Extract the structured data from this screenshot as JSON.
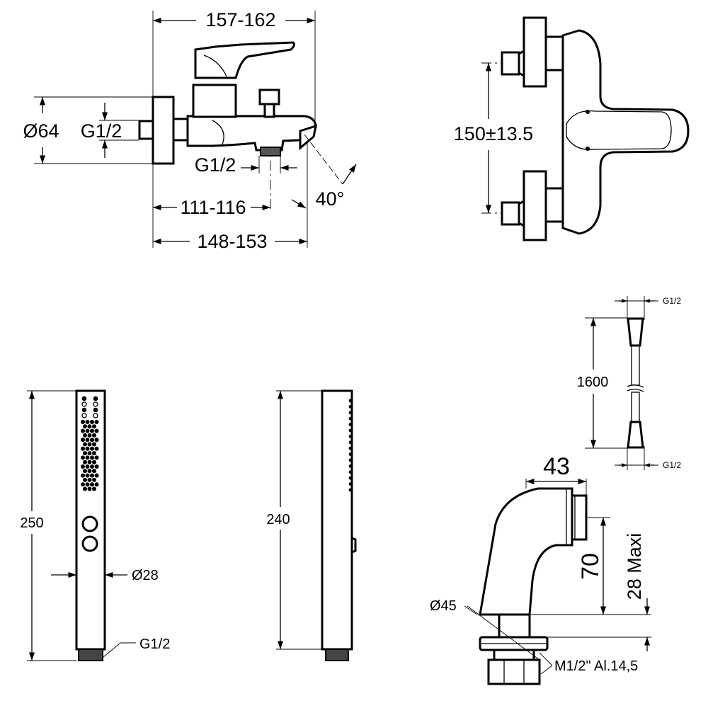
{
  "mixer_front": {
    "overall_width": "157-162",
    "flange_diameter": "Ø64",
    "inlet_thread": "G1/2",
    "outlet_thread": "G1/2",
    "spout_angle": "40°",
    "depth_to_outlet": "111-116",
    "depth_overall": "148-153"
  },
  "mixer_top": {
    "inlet_centres": "150±13.5"
  },
  "hose": {
    "top_thread": "G1/2",
    "length": "1600",
    "bottom_thread": "G1/2"
  },
  "hand_shower_front": {
    "height": "250",
    "diameter": "Ø28",
    "thread": "G1/2"
  },
  "hand_shower_side": {
    "height": "240"
  },
  "eccentric": {
    "width": "43",
    "height": "70",
    "projection": "28 Maxi",
    "diameter": "Ø45",
    "thread": "M1/2\" Al.14,5"
  }
}
